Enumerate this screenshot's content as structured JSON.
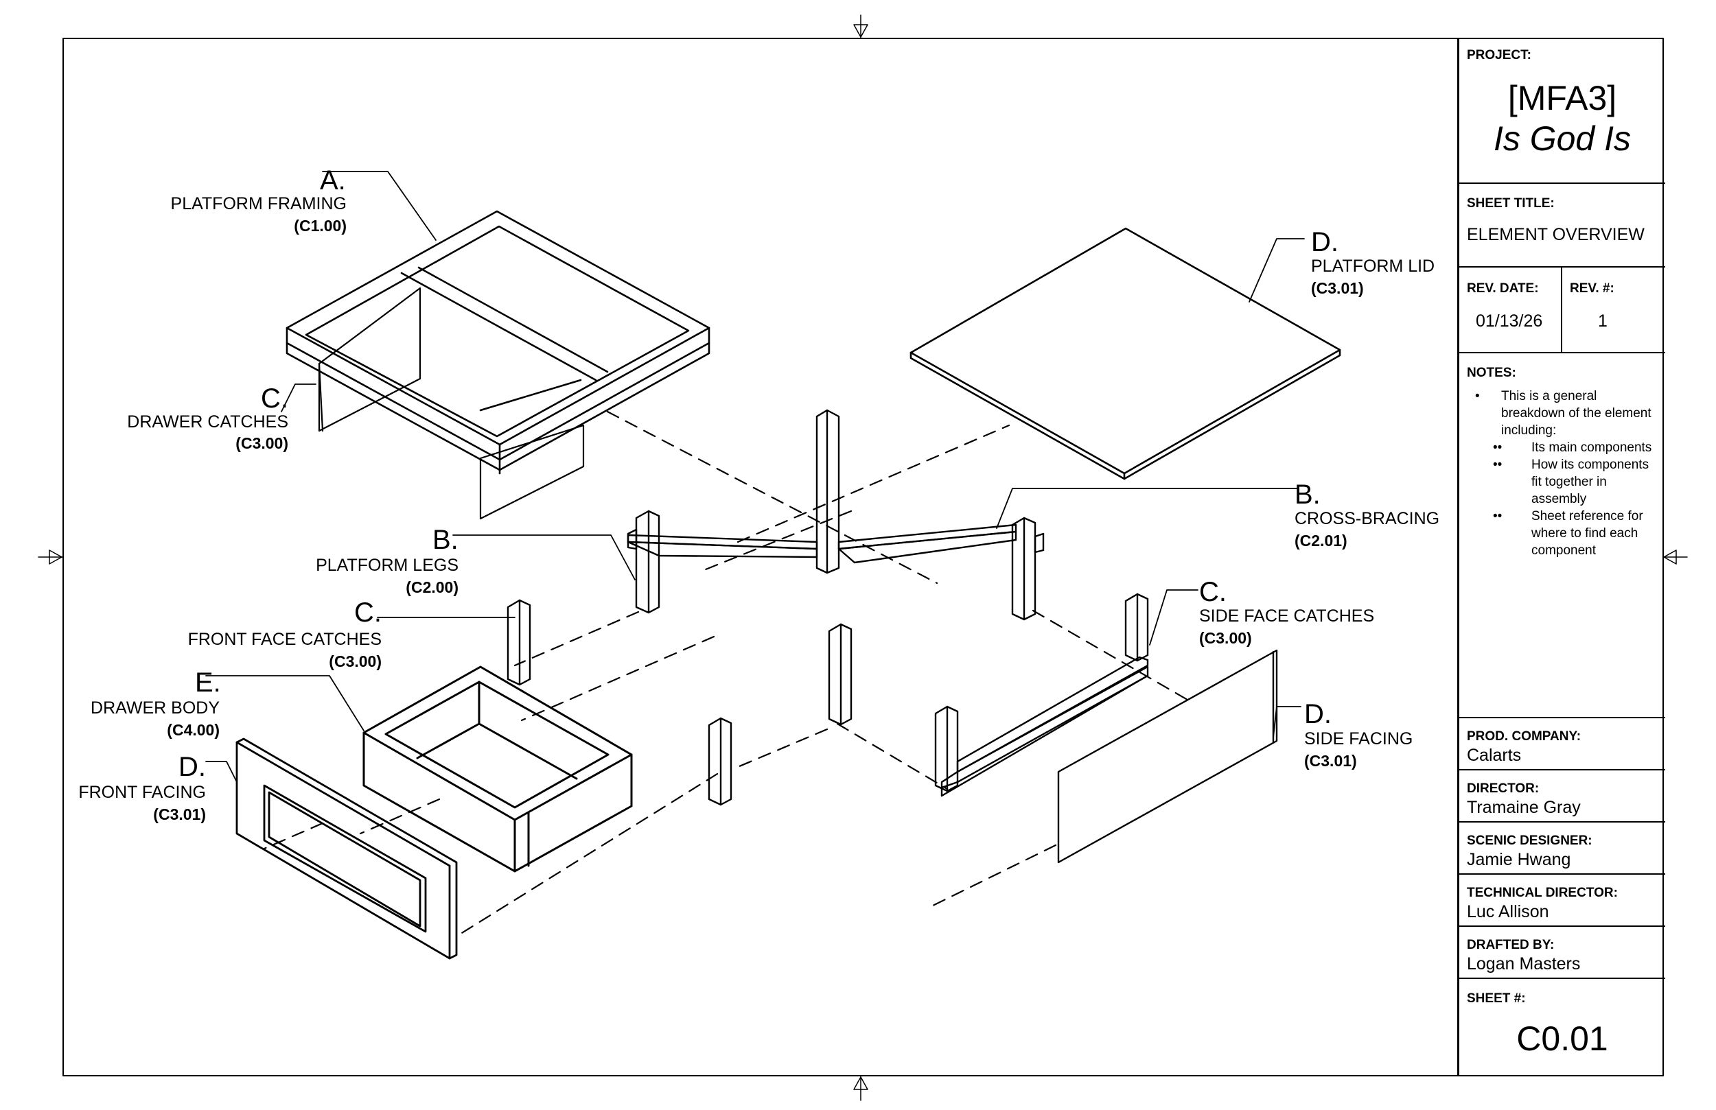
{
  "title_block": {
    "project_label": "PROJECT:",
    "project_code": "[MFA3]",
    "project_name": "Is God Is",
    "sheet_title_label": "SHEET TITLE:",
    "sheet_title": "ELEMENT OVERVIEW",
    "rev_date_label": "REV. DATE:",
    "rev_date": "01/13/26",
    "rev_num_label": "REV. #:",
    "rev_num": "1",
    "notes_label": "NOTES:",
    "notes": {
      "main": "This is a general breakdown of the element including:",
      "sub": [
        "Its main components",
        "How its components fit together in assembly",
        "Sheet reference for where to find each component"
      ]
    },
    "prod_company_label": "PROD. COMPANY:",
    "prod_company": "Calarts",
    "director_label": "DIRECTOR:",
    "director": "Tramaine Gray",
    "scenic_designer_label": "SCENIC DESIGNER:",
    "scenic_designer": "Jamie Hwang",
    "technical_director_label": "TECHNICAL DIRECTOR:",
    "technical_director": "Luc Allison",
    "drafted_by_label": "DRAFTED BY:",
    "drafted_by": "Logan Masters",
    "sheet_num_label": "SHEET #:",
    "sheet_num": "C0.01"
  },
  "callouts": {
    "platform_framing": {
      "letter": "A.",
      "name": "PLATFORM FRAMING",
      "ref": "(C1.00)"
    },
    "drawer_catches": {
      "letter": "C.",
      "name": "DRAWER CATCHES",
      "ref": "(C3.00)"
    },
    "platform_lid": {
      "letter": "D.",
      "name": "PLATFORM LID",
      "ref": "(C3.01)"
    },
    "cross_bracing": {
      "letter": "B.",
      "name": "CROSS-BRACING",
      "ref": "(C2.01)"
    },
    "platform_legs": {
      "letter": "B.",
      "name": "PLATFORM LEGS",
      "ref": "(C2.00)"
    },
    "front_face_catches": {
      "letter": "C.",
      "name": "FRONT FACE CATCHES",
      "ref": "(C3.00)"
    },
    "side_face_catches": {
      "letter": "C.",
      "name": "SIDE FACE CATCHES",
      "ref": "(C3.00)"
    },
    "drawer_body": {
      "letter": "E.",
      "name": "DRAWER BODY",
      "ref": "(C4.00)"
    },
    "front_facing": {
      "letter": "D.",
      "name": "FRONT FACING",
      "ref": "(C3.01)"
    },
    "side_facing": {
      "letter": "D.",
      "name": "SIDE FACING",
      "ref": "(C3.01)"
    }
  }
}
